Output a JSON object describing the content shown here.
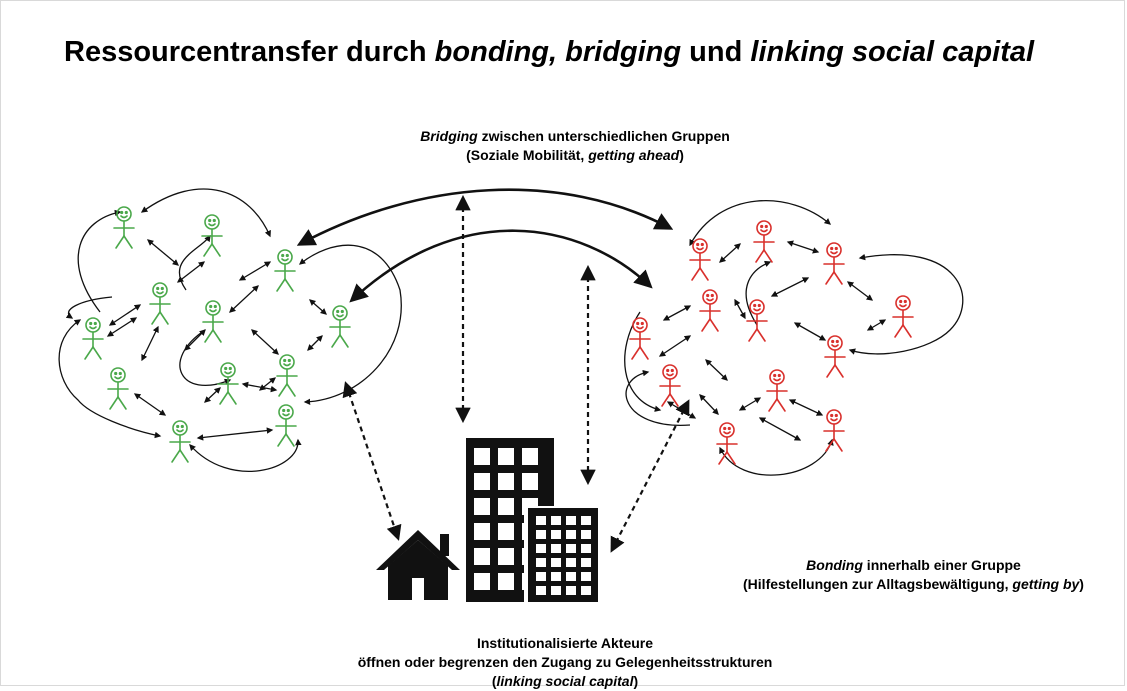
{
  "title": {
    "part1": "Ressourcentransfer durch ",
    "bonding": "bonding",
    "comma": ", ",
    "bridging": "bridging",
    "und": " und ",
    "linking": "linking social capital"
  },
  "bridging_caption": {
    "line1_italic": "Bridging",
    "line1_rest": " zwischen unterschiedlichen Gruppen",
    "line2_start": "(Soziale Mobilität, ",
    "line2_italic": "getting ahead",
    "line2_end": ")"
  },
  "bonding_caption": {
    "line1_italic": "Bonding",
    "line1_rest": " innerhalb einer Gruppe",
    "line2_start": "(Hilfestellungen zur Alltagsbewältigung, ",
    "line2_italic": "getting by",
    "line2_end": ")"
  },
  "linking_caption": {
    "line1": "Institutionalisierte Akteure",
    "line2": "öffnen oder begrenzen den Zugang zu Gelegenheitsstrukturen",
    "line3_start": "(",
    "line3_italic": "linking social capital",
    "line3_end": ")"
  },
  "colors": {
    "left_group": "#4aa84a",
    "right_group": "#d9302c",
    "arrows": "#111111",
    "buildings": "#111111"
  },
  "icons": [
    "stick-figure-icon",
    "house-icon",
    "office-building-icon"
  ]
}
